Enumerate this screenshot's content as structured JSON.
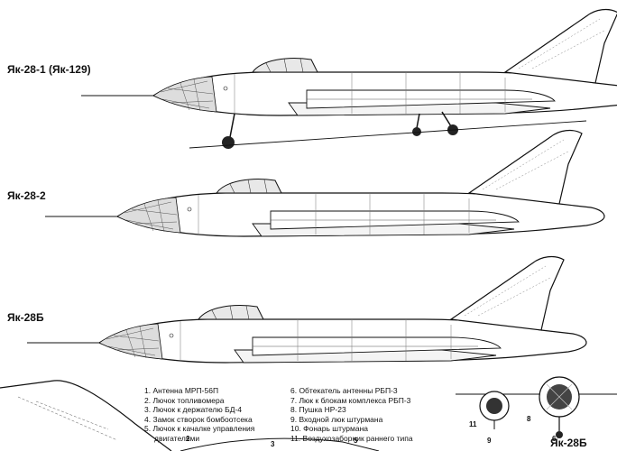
{
  "aircraft": [
    {
      "label": "Як-28-1 (Як-129)"
    },
    {
      "label": "Як-28-2"
    },
    {
      "label": "Як-28Б"
    }
  ],
  "front_view": {
    "label": "Як-28Б"
  },
  "legend": {
    "left": [
      "1. Антенна МРП-56П",
      "2. Лючок топливомера",
      "3. Лючок к держателю БД-4",
      "4. Замок створок бомбоотсека",
      "5. Лючок к качалке управления",
      "двигателями"
    ],
    "right": [
      "6. Обтекатель антенны РБП-3",
      "7. Люк к блокам комплекса РБП-3",
      "8. Пушка НР-23",
      "9. Входной люк штурмана",
      "10. Фонарь штурмана",
      "11. Воздухозаборник раннего типа"
    ]
  },
  "callouts": [
    "11",
    "6",
    "8",
    "9",
    "2",
    "3",
    "5"
  ],
  "colors": {
    "ink": "#111111",
    "paper": "#ffffff"
  }
}
